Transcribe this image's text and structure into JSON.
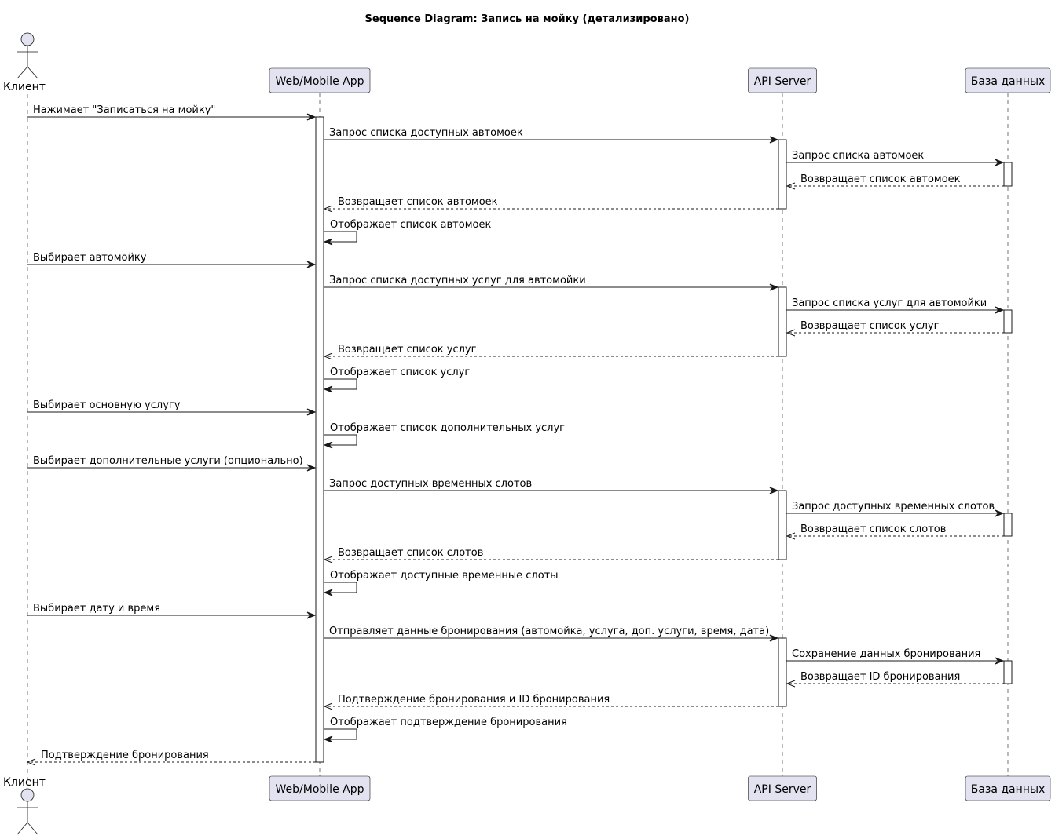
{
  "title": "Sequence Diagram: Запись на мойку (детализировано)",
  "colors": {
    "participant_fill": "#E2E2F0",
    "participant_stroke": "#181818",
    "lifeline": "#181818",
    "activation_fill": "#FFFFFF",
    "arrow": "#181818"
  },
  "participants": [
    {
      "id": "client",
      "label": "Клиент",
      "shape": "actor"
    },
    {
      "id": "app",
      "label": "Web/Mobile App",
      "shape": "box"
    },
    {
      "id": "api",
      "label": "API Server",
      "shape": "box"
    },
    {
      "id": "db",
      "label": "База данных",
      "shape": "box"
    }
  ],
  "messages": [
    {
      "from": "client",
      "to": "app",
      "text": "Нажимает \"Записаться на мойку\"",
      "style": "sync"
    },
    {
      "from": "app",
      "to": "api",
      "text": "Запрос списка доступных автомоек",
      "style": "sync"
    },
    {
      "from": "api",
      "to": "db",
      "text": "Запрос списка автомоек",
      "style": "sync"
    },
    {
      "from": "db",
      "to": "api",
      "text": "Возвращает список автомоек",
      "style": "return"
    },
    {
      "from": "api",
      "to": "app",
      "text": "Возвращает список автомоек",
      "style": "return"
    },
    {
      "from": "app",
      "to": "app",
      "text": "Отображает список автомоек",
      "style": "self"
    },
    {
      "from": "client",
      "to": "app",
      "text": "Выбирает автомойку",
      "style": "sync"
    },
    {
      "from": "app",
      "to": "api",
      "text": "Запрос списка доступных услуг для автомойки",
      "style": "sync"
    },
    {
      "from": "api",
      "to": "db",
      "text": "Запрос списка услуг для автомойки",
      "style": "sync"
    },
    {
      "from": "db",
      "to": "api",
      "text": "Возвращает список услуг",
      "style": "return"
    },
    {
      "from": "api",
      "to": "app",
      "text": "Возвращает список услуг",
      "style": "return"
    },
    {
      "from": "app",
      "to": "app",
      "text": "Отображает список услуг",
      "style": "self"
    },
    {
      "from": "client",
      "to": "app",
      "text": "Выбирает основную услугу",
      "style": "sync"
    },
    {
      "from": "app",
      "to": "app",
      "text": "Отображает список дополнительных услуг",
      "style": "self"
    },
    {
      "from": "client",
      "to": "app",
      "text": "Выбирает дополнительные услуги (опционально)",
      "style": "sync"
    },
    {
      "from": "app",
      "to": "api",
      "text": "Запрос доступных временных слотов",
      "style": "sync"
    },
    {
      "from": "api",
      "to": "db",
      "text": "Запрос доступных временных слотов",
      "style": "sync"
    },
    {
      "from": "db",
      "to": "api",
      "text": "Возвращает список слотов",
      "style": "return"
    },
    {
      "from": "api",
      "to": "app",
      "text": "Возвращает список слотов",
      "style": "return"
    },
    {
      "from": "app",
      "to": "app",
      "text": "Отображает доступные временные слоты",
      "style": "self"
    },
    {
      "from": "client",
      "to": "app",
      "text": "Выбирает дату и время",
      "style": "sync"
    },
    {
      "from": "app",
      "to": "api",
      "text": "Отправляет данные бронирования (автомойка, услуга, доп. услуги, время, дата)",
      "style": "sync"
    },
    {
      "from": "api",
      "to": "db",
      "text": "Сохранение данных бронирования",
      "style": "sync"
    },
    {
      "from": "db",
      "to": "api",
      "text": "Возвращает ID бронирования",
      "style": "return"
    },
    {
      "from": "api",
      "to": "app",
      "text": "Подтверждение бронирования и ID бронирования",
      "style": "return"
    },
    {
      "from": "app",
      "to": "app",
      "text": "Отображает подтверждение бронирования",
      "style": "self"
    },
    {
      "from": "app",
      "to": "client",
      "text": "Подтверждение бронирования",
      "style": "return"
    }
  ]
}
